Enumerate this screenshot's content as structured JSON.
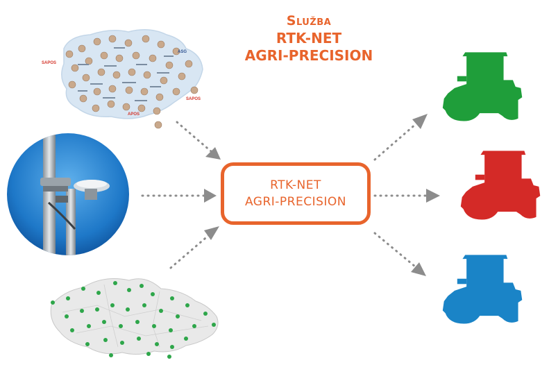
{
  "title": {
    "line1": "Služba",
    "line2": "RTK-NET",
    "line3": "AGRI-PRECISION"
  },
  "hub": {
    "line1": "RTK-NET",
    "line2": "AGRI-PRECISION"
  },
  "top_map": {
    "logo_left": "SAPOS",
    "logo_right_top": "ASG",
    "logo_right_bottom": "SAPOS",
    "logo_bottom": "APOS"
  },
  "colors": {
    "accent": "#e8642c",
    "arrow": "#8c8c8c",
    "tractor_green": "#1f9e3a",
    "tractor_red": "#d42a27",
    "tractor_blue": "#1a84c7"
  }
}
